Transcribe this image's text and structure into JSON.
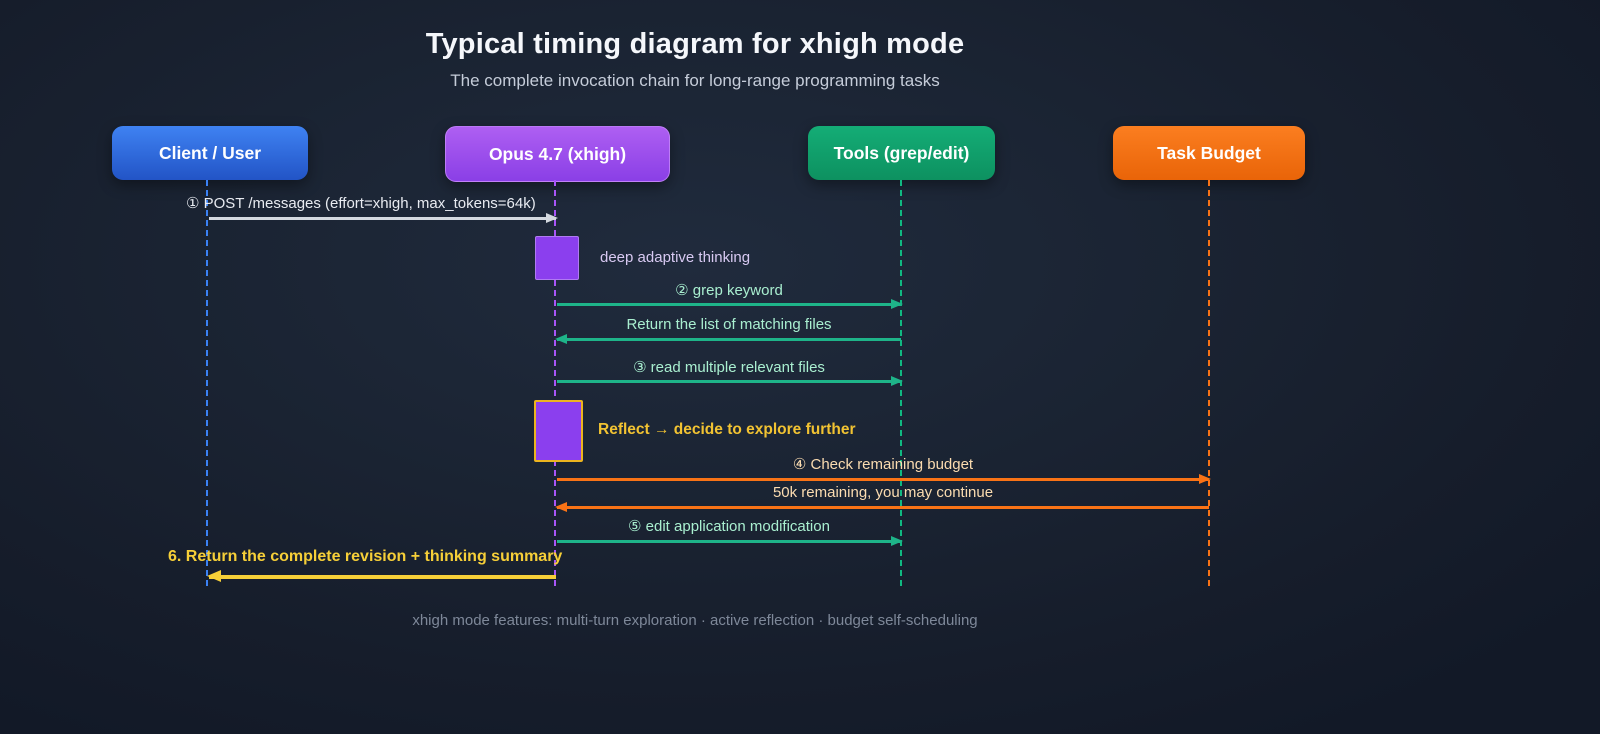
{
  "header": {
    "title": "Typical timing diagram for xhigh mode",
    "subtitle": "The complete invocation chain for long-range programming tasks"
  },
  "actors": [
    {
      "id": "client",
      "label": "Client / User",
      "color": "#2f6ae0",
      "lifeline_color": "#3b82f6"
    },
    {
      "id": "opus",
      "label": "Opus 4.7 (xhigh)",
      "color": "#9b4ff0",
      "lifeline_color": "#a855f7"
    },
    {
      "id": "tools",
      "label": "Tools (grep/edit)",
      "color": "#10a56f",
      "lifeline_color": "#10b981"
    },
    {
      "id": "budget",
      "label": "Task Budget",
      "color": "#f1700f",
      "lifeline_color": "#f97316"
    }
  ],
  "messages": [
    {
      "label": "① POST /messages (effort=xhigh, max_tokens=64k)",
      "from": "Client / User",
      "to": "Opus 4.7 (xhigh)",
      "color": "#d4d9e0"
    },
    {
      "label": "② grep keyword",
      "from": "Opus 4.7 (xhigh)",
      "to": "Tools (grep/edit)",
      "color": "#1eb489"
    },
    {
      "label": "Return the list of matching files",
      "from": "Tools (grep/edit)",
      "to": "Opus 4.7 (xhigh)",
      "color": "#1eb489"
    },
    {
      "label": "③ read multiple relevant files",
      "from": "Opus 4.7 (xhigh)",
      "to": "Tools (grep/edit)",
      "color": "#1eb489"
    },
    {
      "label": "④ Check remaining budget",
      "from": "Opus 4.7 (xhigh)",
      "to": "Task Budget",
      "color": "#f97316"
    },
    {
      "label": "50k remaining, you may continue",
      "from": "Task Budget",
      "to": "Opus 4.7 (xhigh)",
      "color": "#f97316"
    },
    {
      "label": "⑤ edit application modification",
      "from": "Opus 4.7 (xhigh)",
      "to": "Tools (grep/edit)",
      "color": "#1eb489"
    },
    {
      "label": "6. Return the complete revision + thinking summary",
      "from": "Opus 4.7 (xhigh)",
      "to": "Client / User",
      "color": "#f6cf38"
    }
  ],
  "notes": [
    {
      "label": "deep adaptive thinking",
      "color": "#d8c9f2"
    },
    {
      "label": "Reflect → decide to explore further",
      "color": "#f2c332"
    }
  ],
  "footer": {
    "text": "xhigh mode features: multi-turn exploration · active reflection · budget self-scheduling"
  }
}
